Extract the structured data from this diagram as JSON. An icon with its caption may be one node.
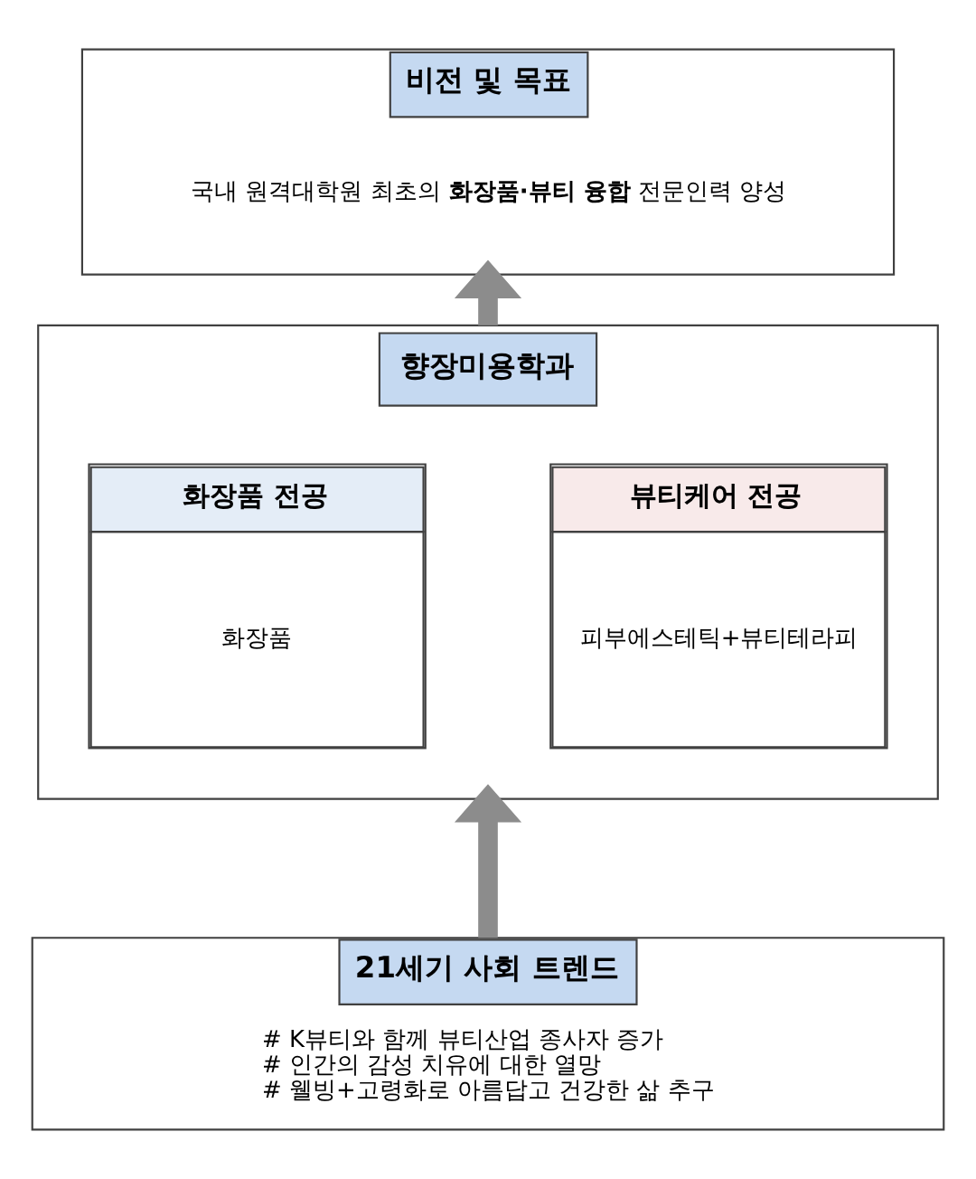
{
  "diagram": {
    "nodes": [
      {
        "text": [
          "비전 및 목표",
          "국내 원격대학원 최초의 **화장품·뷰티 융합** 전문인력 양성"
        ]
      },
      {
        "text": [
          "향장미용학과"
        ]
      },
      {
        "text": [
          "화장품 전공",
          "화장품"
        ],
        "in": 1
      },
      {
        "text": [
          "뷰티케어 전공",
          "피부에스테틱+뷰티테라피"
        ],
        "in": 1
      },
      {
        "text": [
          "21세기 사회 트렌드",
          "# K뷰티와 함께 뷰티산업 종사자 증가",
          "# 인간의 감성 치유에 대한 열망",
          "# 웰빙+고령화로 아름답고 건강한 삶 추구"
        ]
      }
    ],
    "edges": [
      {
        "from": 4,
        "to": 1,
        "arrow": "to"
      },
      {
        "from": 1,
        "to": 0,
        "arrow": "to"
      }
    ]
  }
}
